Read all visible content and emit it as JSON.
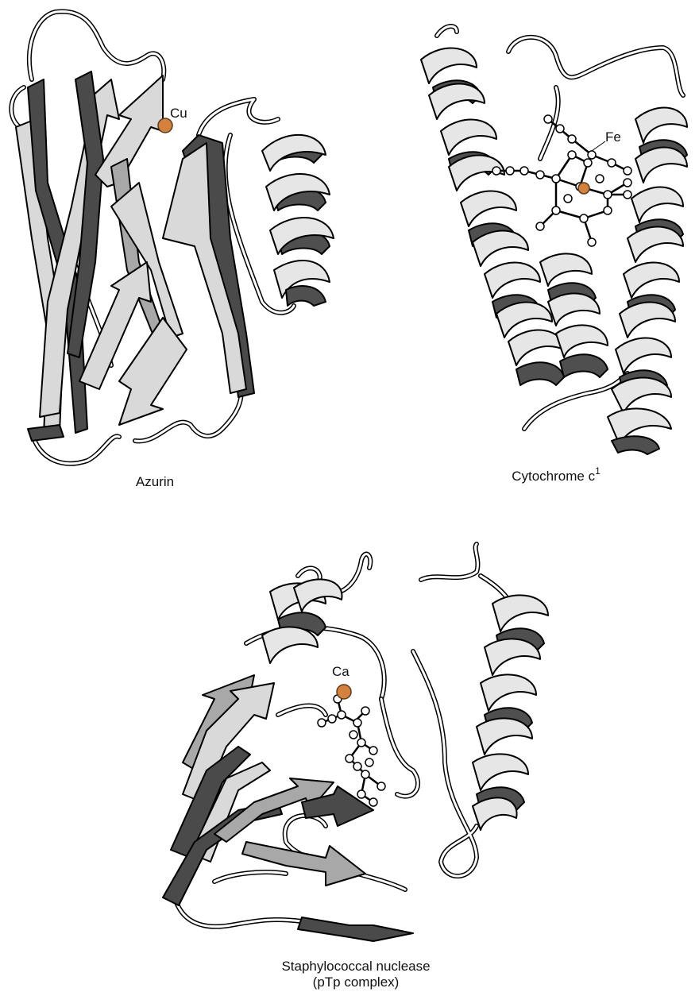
{
  "panels": {
    "azurin": {
      "caption": "Azurin",
      "metal_label": "Cu"
    },
    "cytochrome": {
      "caption": "Cytochrome c",
      "caption_superscript": "1",
      "metal_label": "Fe"
    },
    "nuclease": {
      "caption_line1": "Staphylococcal nuclease",
      "caption_line2": "(pTp complex)",
      "metal_label": "Ca"
    }
  },
  "colors": {
    "metal_ion": "#d2813f",
    "ribbon_light": "#d9d9d9",
    "ribbon_dark": "#4a4a4a",
    "background": "#ffffff"
  }
}
